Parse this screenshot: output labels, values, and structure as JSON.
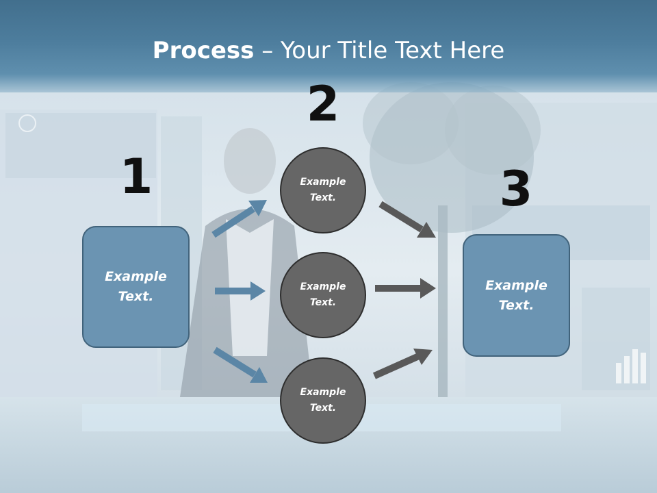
{
  "title": {
    "strong": "Process",
    "separator": " – ",
    "rest": "Your Title Text Here"
  },
  "steps": [
    {
      "number": "1",
      "text": "Example\nText."
    },
    {
      "number": "2",
      "text": "Example\nText."
    },
    {
      "number": "3",
      "text": "Example\nText."
    }
  ],
  "circles": [
    {
      "text": "Example\nText."
    },
    {
      "text": "Example\nText."
    },
    {
      "text": "Example\nText."
    }
  ],
  "colors": {
    "title_band": "#4d7d9d",
    "step_box": "#6b94b2",
    "step_box_border": "#41637b",
    "circle": "#666666",
    "circle_border": "#2e2e2e",
    "arrow_left": "#5b86a6",
    "arrow_right": "#595959"
  }
}
